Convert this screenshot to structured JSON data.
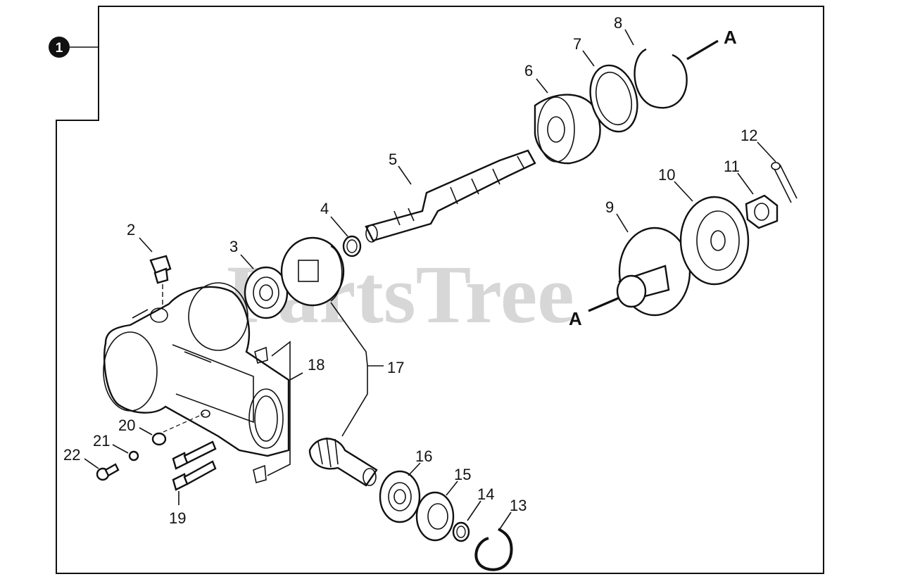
{
  "watermark": "PartsTree",
  "assembly": {
    "number": "1"
  },
  "arrow_label": "A",
  "callouts": [
    "2",
    "3",
    "4",
    "5",
    "6",
    "7",
    "8",
    "9",
    "10",
    "11",
    "12",
    "13",
    "14",
    "15",
    "16",
    "17",
    "18",
    "19",
    "20",
    "21",
    "22"
  ]
}
